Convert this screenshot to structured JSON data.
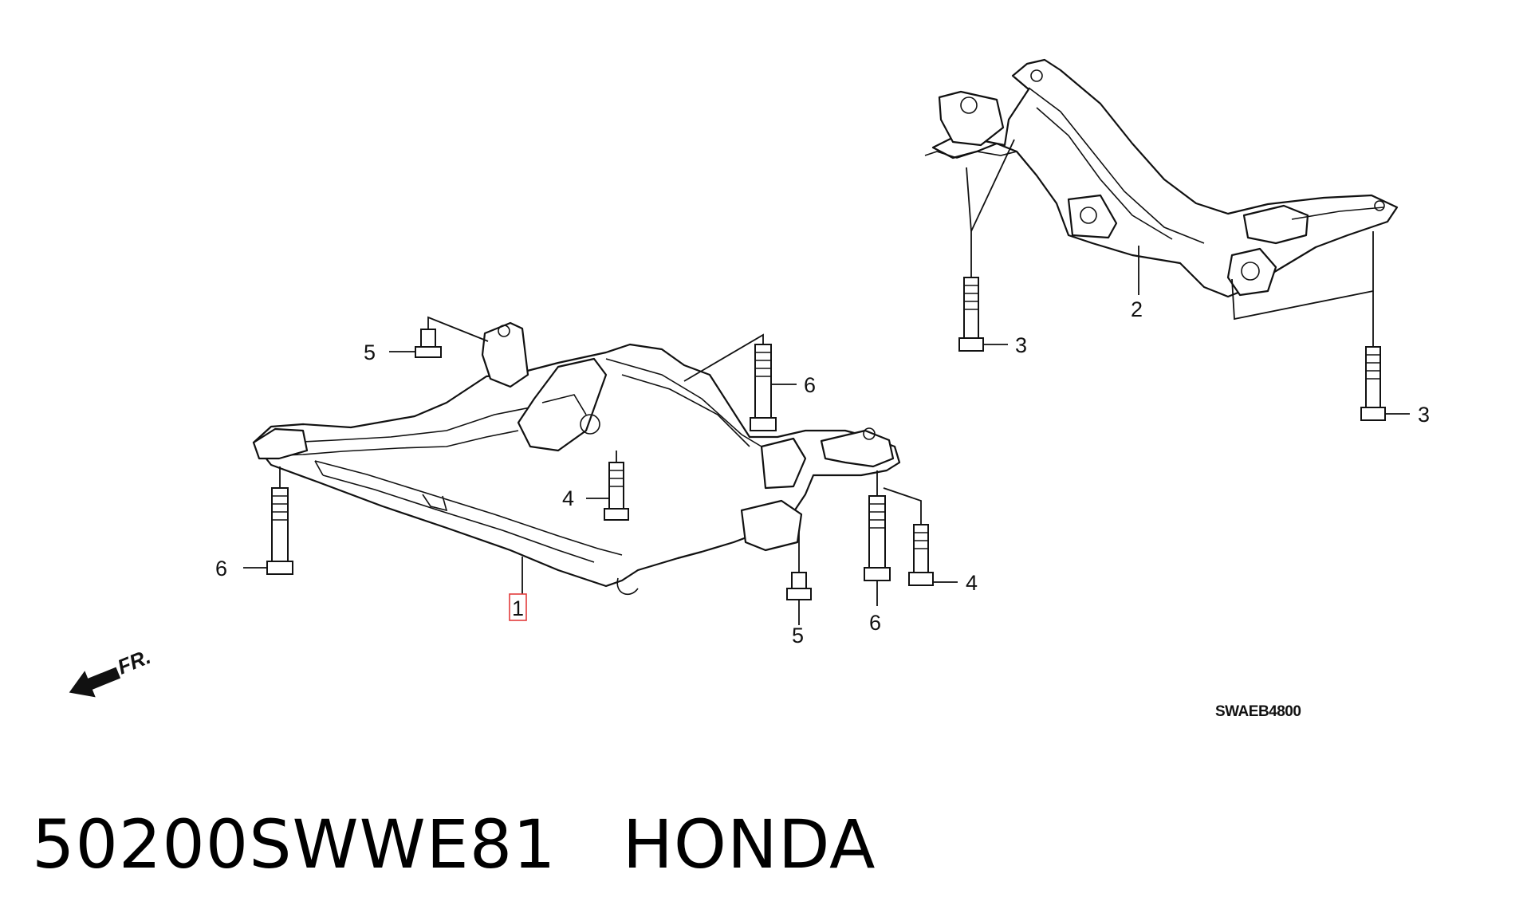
{
  "callouts": {
    "front_subframe": "1",
    "rear_subframe": "2",
    "rear_bolt_left": "3",
    "rear_bolt_right": "3",
    "bolt_4_center": "4",
    "bolt_4_right": "4",
    "bolt_5_top": "5",
    "bolt_5_bottom": "5",
    "bolt_6_left": "6",
    "bolt_6_right_top": "6",
    "bolt_6_right_bottom": "6"
  },
  "direction_label": "FR.",
  "diagram_code": "SWAEB4800",
  "part_number": "50200SWWE81",
  "brand": "HONDA",
  "colors": {
    "highlight_box": "#e23b3b",
    "line": "#111111"
  },
  "icons": {
    "front_direction": "arrow-left-down-icon"
  }
}
